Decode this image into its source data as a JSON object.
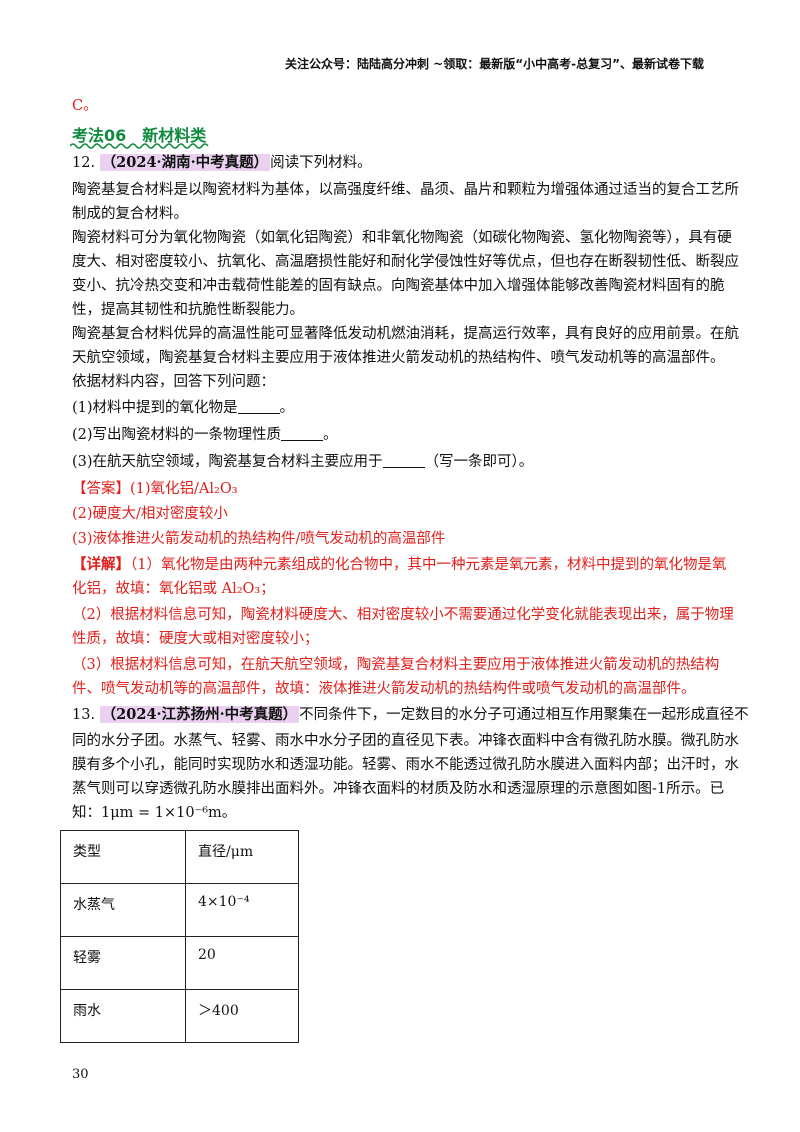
{
  "header": "关注公众号：陆陆高分冲刺 ~领取：最新版“小中高考-总复习”、最新试卷下载",
  "prev_answer_tail": "C。",
  "section_title": "考法06　新材料类",
  "q12": {
    "number": "12.",
    "tag": "（2024·湖南·中考真题）",
    "intro": "阅读下列材料。",
    "p1": [
      "陶瓷基复合材料是以陶瓷材料为基体，以高强度纤维、晶须、晶片和颗粒为增强体通过适当的复合工艺所",
      "制成的复合材料。"
    ],
    "p2": [
      "陶瓷材料可分为氧化物陶瓷（如氧化铝陶瓷）和非氧化物陶瓷（如碳化物陶瓷、氢化物陶瓷等），具有硬",
      "度大、相对密度较小、抗氧化、高温磨损性能好和耐化学侵蚀性好等优点，但也存在断裂韧性低、断裂应",
      "变小、抗冷热交变和冲击载荷性能差的固有缺点。向陶瓷基体中加入增强体能够改善陶瓷材料固有的脆",
      "性，提高其韧性和抗脆性断裂能力。"
    ],
    "p3": [
      "陶瓷基复合材料优异的高温性能可显著降低发动机燃油消耗，提高运行效率，具有良好的应用前景。在航",
      "天航空领域，陶瓷基复合材料主要应用于液体推进火箭发动机的热结构件、喷气发动机等的高温部件。"
    ],
    "prompt": "依据材料内容，回答下列问题：",
    "q1": "(1)材料中提到的氧化物是",
    "q1_end": "。",
    "q2": "(2)写出陶瓷材料的一条物理性质",
    "q2_end": "。",
    "q3": "(3)在航天航空领域，陶瓷基复合材料主要应用于",
    "q3_end": "（写一条即可）。",
    "answer_label": "【答案】",
    "answer1": "(1)氧化铝/Al₂O₃",
    "answer2": "(2)硬度大/相对密度较小",
    "answer3": "(3)液体推进火箭发动机的热结构件/喷气发动机的高温部件",
    "detail_label": "【详解】",
    "detail1": [
      "（1）氧化物是由两种元素组成的化合物中，其中一种元素是氧元素，材料中提到的氧化物是氧",
      "化铝，故填：氧化铝或 Al₂O₃；"
    ],
    "detail2": [
      "（2）根据材料信息可知，陶瓷材料硬度大、相对密度较小不需要通过化学变化就能表现出来，属于物理",
      "性质，故填：硬度大或相对密度较小；"
    ],
    "detail3": [
      "（3）根据材料信息可知，在航天航空领域，陶瓷基复合材料主要应用于液体推进火箭发动机的热结构",
      "件、喷气发动机等的高温部件，故填：液体推进火箭发动机的热结构件或喷气发动机的高温部件。"
    ]
  },
  "q13": {
    "number": "13.",
    "tag": "（2024·江苏扬州·中考真题）",
    "lines": [
      "不同条件下，一定数目的水分子可通过相互作用聚集在一起形成直径不",
      "同的水分子团。水蒸气、轻雾、雨水中水分子团的直径见下表。冲锋衣面料中含有微孔防水膜。微孔防水",
      "膜有多个小孔，能同时实现防水和透湿功能。轻雾、雨水不能透过微孔防水膜进入面料内部；出汗时，水",
      "蒸气则可以穿透微孔防水膜排出面料外。冲锋衣面料的材质及防水和透湿原理的示意图如图-1所示。已"
    ],
    "last_line": "知：1μm = 1×10⁻⁶m。",
    "table": {
      "header": [
        "类型",
        "直径/μm"
      ],
      "rows": [
        [
          "水蒸气",
          "4×10⁻⁴"
        ],
        [
          "轻雾",
          "20"
        ],
        [
          "雨水",
          "＞400"
        ]
      ]
    }
  },
  "page_number": "30"
}
